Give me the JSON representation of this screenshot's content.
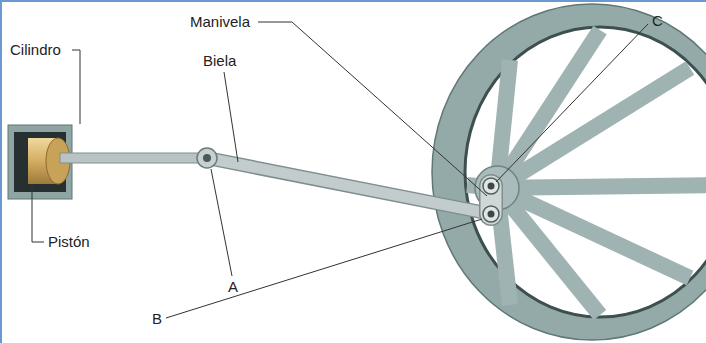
{
  "diagram": {
    "labels": [
      "Manivela",
      "C",
      "Cilindro",
      "Biela",
      "Pistón",
      "A",
      "B"
    ]
  }
}
